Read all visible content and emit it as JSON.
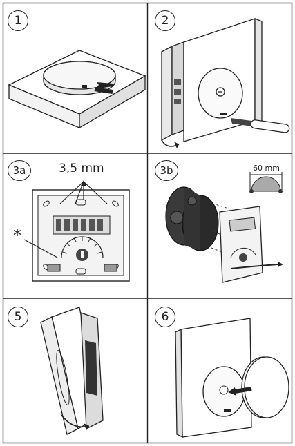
{
  "panels": [
    {
      "id": "1",
      "label": "1"
    },
    {
      "id": "2",
      "label": "2"
    },
    {
      "id": "3a",
      "label": "3a"
    },
    {
      "id": "3b",
      "label": "3b"
    },
    {
      "id": "5",
      "label": "5"
    },
    {
      "id": "6",
      "label": "6"
    }
  ],
  "step3a": {
    "dimension": "3,5 mm",
    "asterisk": "*"
  },
  "step3b": {
    "dimension": "60 mm"
  }
}
